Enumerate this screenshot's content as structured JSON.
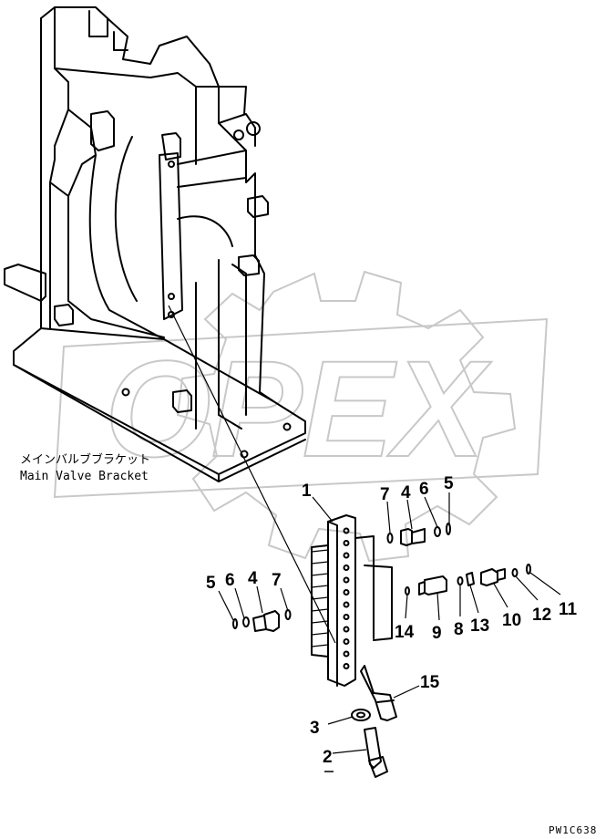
{
  "figure": {
    "caption_jp": "メインバルブブラケット",
    "caption_en": "Main Valve Bracket",
    "drawing_code": "PW1C638",
    "watermark": "OPEX"
  },
  "callouts": [
    "1",
    "7",
    "4",
    "6",
    "5",
    "5",
    "6",
    "4",
    "7",
    "14",
    "9",
    "8",
    "13",
    "10",
    "12",
    "11",
    "15",
    "3",
    "2"
  ],
  "colors": {
    "ink": "#000000",
    "watermark": "#c8c8c8",
    "background": "#ffffff"
  }
}
